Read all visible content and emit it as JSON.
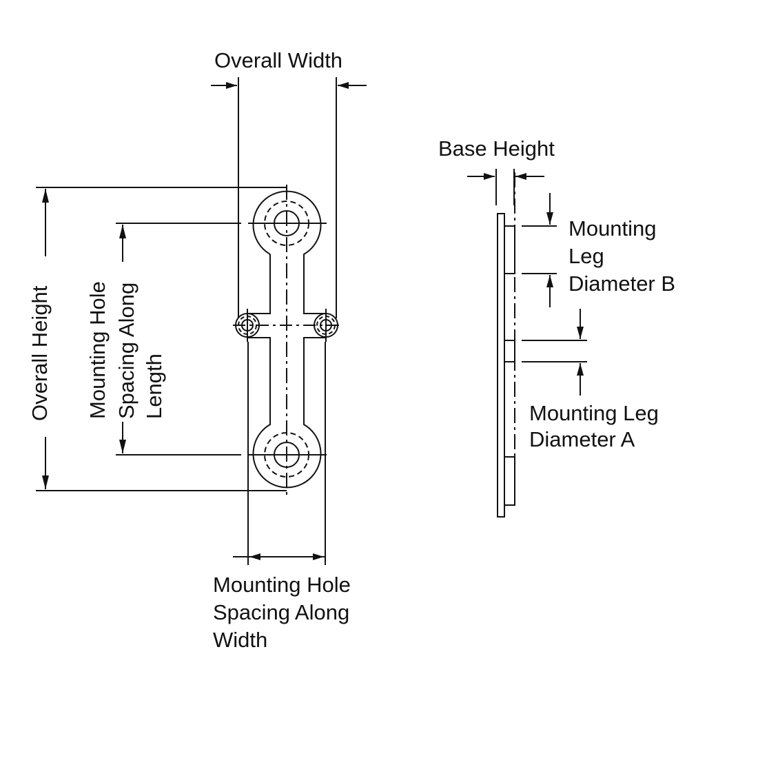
{
  "drawing": {
    "title": "Mounting bracket dimension drawing",
    "line_color": "#111111",
    "background": "#ffffff",
    "views": [
      "top-view",
      "side-view"
    ]
  },
  "labels": {
    "overall_width": "Overall Width",
    "overall_height": "Overall Height",
    "hole_spacing_length": [
      "Mounting Hole",
      "Spacing Along",
      "Length"
    ],
    "hole_spacing_width": [
      "Mounting Hole",
      "Spacing Along",
      "Width"
    ],
    "base_height": "Base Height",
    "leg_diameter_b": [
      "Mounting",
      "Leg",
      "Diameter B"
    ],
    "leg_diameter_a": [
      "Mounting Leg",
      "Diameter A"
    ]
  }
}
